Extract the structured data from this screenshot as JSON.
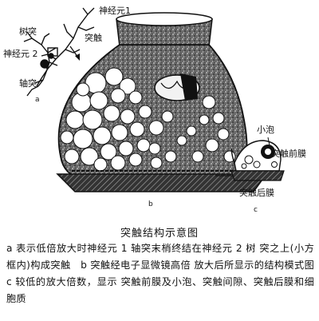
{
  "labels": {
    "neuron1": "神经元1",
    "dendrite": "树突",
    "synapse": "突触",
    "neuron2": "神经元 2",
    "axon": "轴突",
    "panel_a": "a",
    "panel_b": "b",
    "vesicle": "小泡",
    "presynaptic_membrane": "突触前膜",
    "postsynaptic_membrane": "突触后膜",
    "panel_c": "c"
  },
  "figure_title": "突触结构示意图",
  "caption": {
    "line1": "a 表示低倍放大时神经元 1 轴突末梢终结在神经元 2 树",
    "line2": "突之上(小方框内)构成突触　b 突触经电子显微镜高倍",
    "line3": "放大后所显示的结构模式图　c 较低的放大倍数，显示",
    "line4": "突触前膜及小泡、突触间隙、突触后膜和细胞质"
  }
}
